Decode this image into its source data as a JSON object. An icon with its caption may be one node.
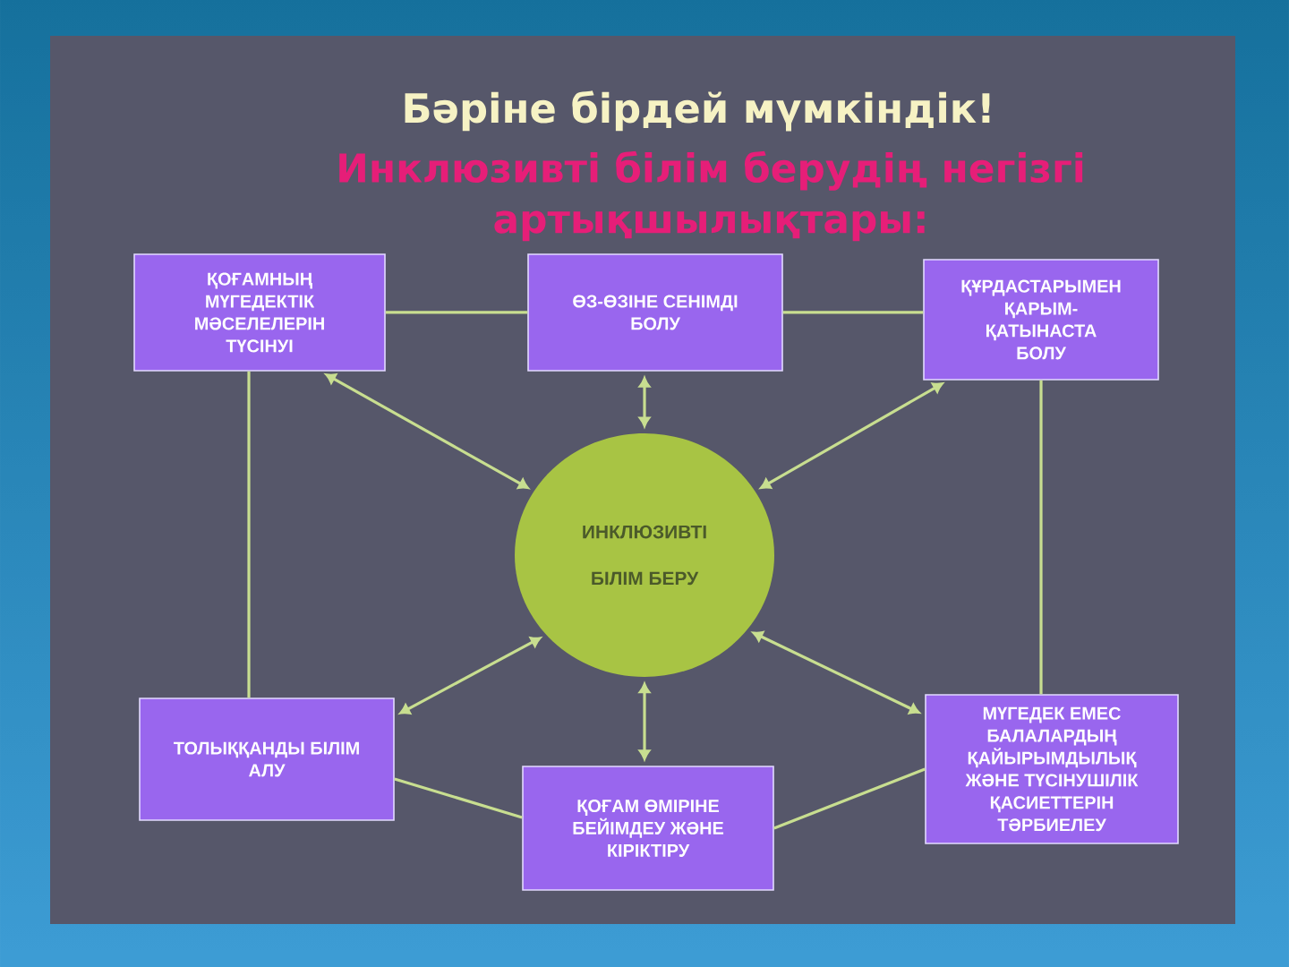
{
  "diagram": {
    "title": "Бәріне бірдей мүмкіндік!",
    "nodes": [
      {
        "text": [
          "ҚОҒАМНЫҢ МҮГЕДЕКТІК МӘСЕЛЕЛЕРІН ТҮСІНУІ"
        ]
      },
      {
        "text": [
          "ӨЗ-ӨЗІНЕ СЕНІМДІ БОЛУ"
        ]
      },
      {
        "text": [
          "ҚҰРДАСТАРЫМЕН ҚАРЫМ- ҚАТЫНАСТА БОЛУ"
        ]
      },
      {
        "text": [
          "ИНКЛЮЗИВТІ БІЛІМ БЕРУ"
        ]
      },
      {
        "text": [
          "ТОЛЫҚҚАНДЫ БІЛІМ АЛУ"
        ]
      },
      {
        "text": [
          "ҚОҒАМ ӨМІРІНЕ БЕЙІМДЕУ ЖӘНЕ КІРІКТІРУ"
        ]
      },
      {
        "text": [
          "МҮГЕДЕК ЕМЕС БАЛАЛАРДЫҢ ҚАЙЫРЫМДЫЛЫҚ ЖӘНЕ ТҮСІНУШІЛІК ҚАСИЕТТЕРІН ТӘРБИЕЛЕУ"
        ]
      }
    ],
    "edges": [
      {
        "from": 0,
        "to": 1,
        "arrow": "none"
      },
      {
        "from": 1,
        "to": 2,
        "arrow": "none"
      },
      {
        "from": 0,
        "to": 4,
        "arrow": "none"
      },
      {
        "from": 2,
        "to": 6,
        "arrow": "none"
      },
      {
        "from": 4,
        "to": 5,
        "arrow": "none"
      },
      {
        "from": 5,
        "to": 6,
        "arrow": "none"
      },
      {
        "from": 3,
        "to": 0,
        "arrow": "both"
      },
      {
        "from": 3,
        "to": 1,
        "arrow": "both"
      },
      {
        "from": 3,
        "to": 2,
        "arrow": "both"
      },
      {
        "from": 3,
        "to": 4,
        "arrow": "both"
      },
      {
        "from": 3,
        "to": 5,
        "arrow": "both"
      },
      {
        "from": 3,
        "to": 6,
        "arrow": "both"
      }
    ],
    "labels": [
      "Инклюзивті білім берудің негізгі артықшылықтары:"
    ]
  }
}
